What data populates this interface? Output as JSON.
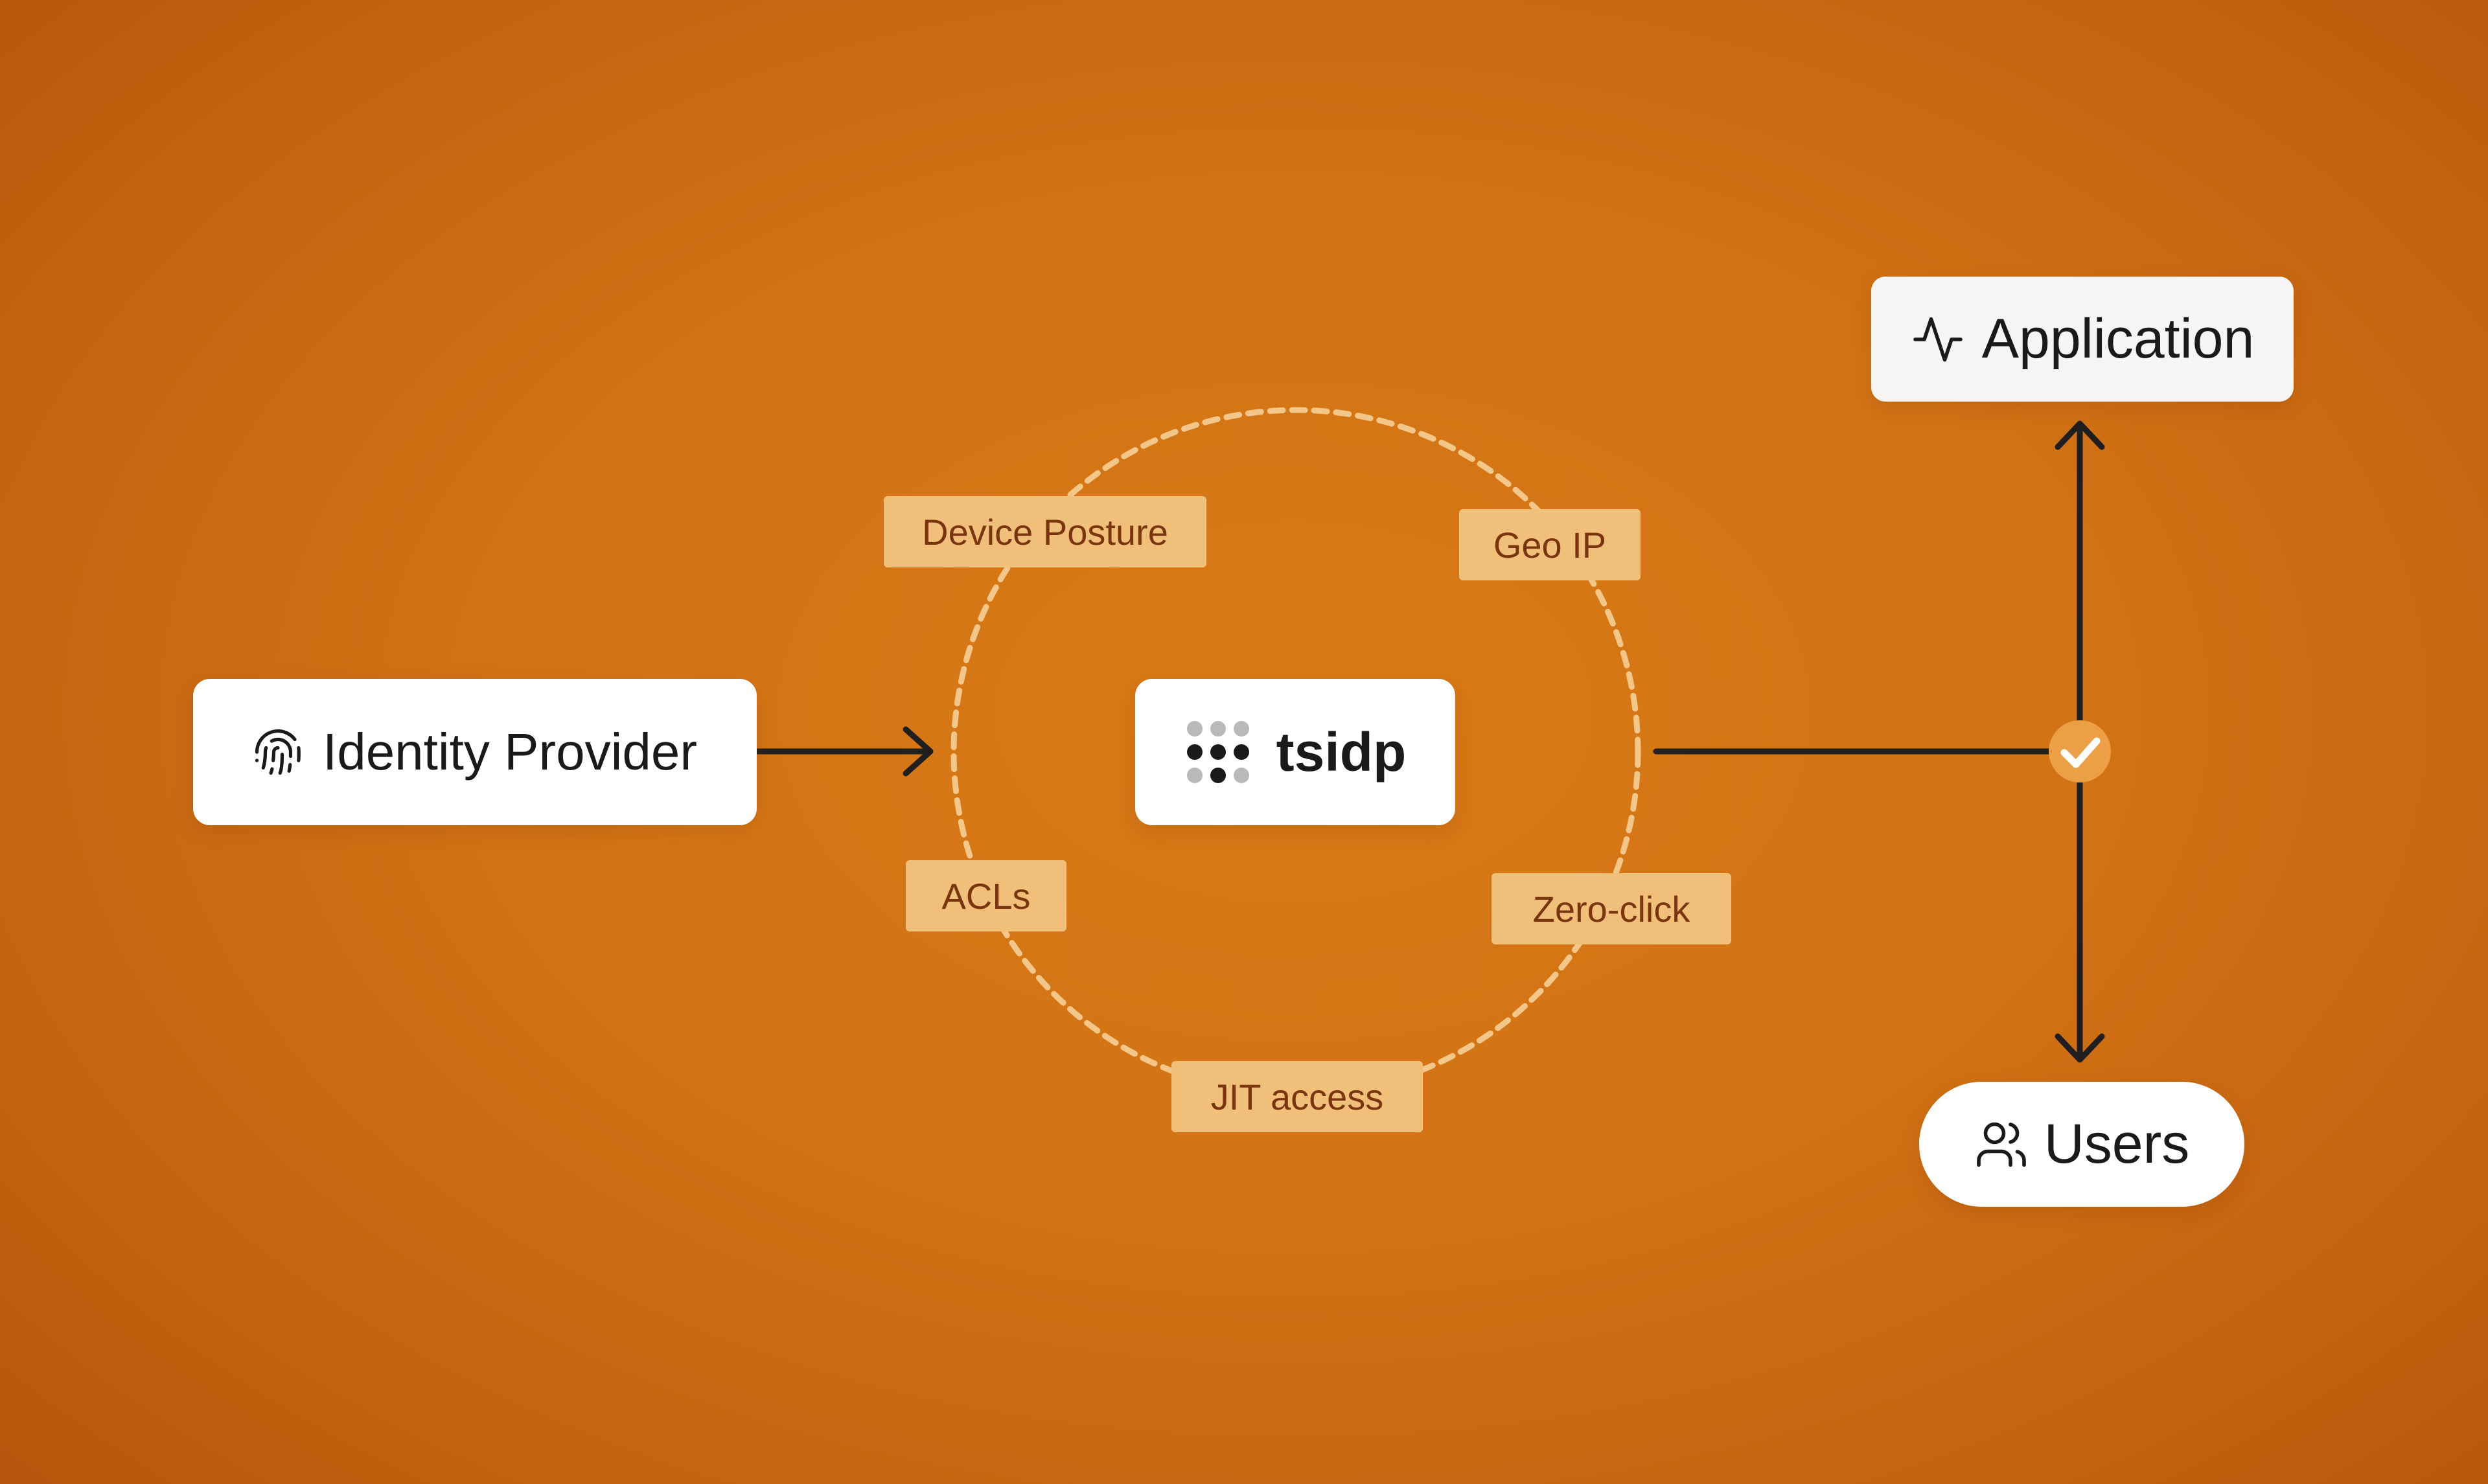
{
  "nodes": {
    "identity_provider": {
      "label": "Identity Provider",
      "icon": "fingerprint-icon"
    },
    "tsidp": {
      "label": "tsidp",
      "icon": "tailscale-dots-icon"
    },
    "application": {
      "label": "Application",
      "icon": "activity-pulse-icon"
    },
    "users": {
      "label": "Users",
      "icon": "users-icon"
    }
  },
  "policy_tags": [
    {
      "label": "Device Posture"
    },
    {
      "label": "Geo IP"
    },
    {
      "label": "ACLs"
    },
    {
      "label": "Zero-click"
    },
    {
      "label": "JIT access"
    }
  ],
  "connections": [
    {
      "from": "Identity Provider",
      "to": "tsidp",
      "style": "arrow"
    },
    {
      "from": "tsidp",
      "to": "Application",
      "style": "arrow",
      "via": "check-icon"
    },
    {
      "from": "tsidp",
      "to": "Users",
      "style": "arrow",
      "via": "check-icon"
    }
  ],
  "colors": {
    "background": "#d27315",
    "tag_fill": "#f0c07a",
    "tag_text": "#7a3410",
    "dashed_ring": "#f3c78a",
    "connector": "#1f1f1f",
    "check_badge": "#eba046"
  }
}
